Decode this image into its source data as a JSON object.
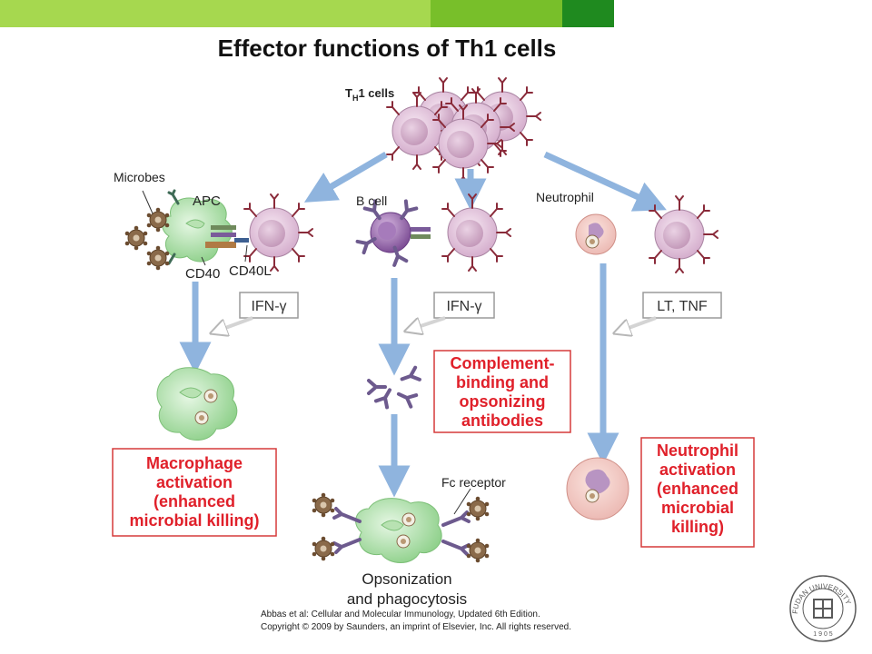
{
  "slide": {
    "title": "Effector functions of Th1 cells",
    "colors": {
      "bar_light": "#a6d84f",
      "bar_mid": "#78bf2a",
      "bar_dark": "#1f8a1f"
    }
  },
  "diagram": {
    "th1_prefix": "T",
    "th1_sub": "H",
    "th1_suffix": "1 cells",
    "microbes": "Microbes",
    "apc": "APC",
    "cd40": "CD40",
    "cd40l": "CD40L",
    "b_cell": "B cell",
    "neutrophil": "Neutrophil",
    "ifn_1": "IFN-γ",
    "ifn_2": "IFN-γ",
    "lt_tnf": "LT, TNF",
    "fc_receptor": "Fc receptor",
    "outcome_macrophage": [
      "Macrophage",
      "activation",
      "(enhanced",
      "microbial killing)"
    ],
    "outcome_antibodies": [
      "Complement-",
      "binding and",
      "opsonizing",
      "antibodies"
    ],
    "outcome_neutrophil": [
      "Neutrophil",
      "activation",
      "(enhanced",
      "microbial",
      "killing)"
    ],
    "opsonization": [
      "Opsonization",
      "and phagocytosis"
    ]
  },
  "citation": {
    "line1": "Abbas et al: Cellular and Molecular Immunology, Updated 6th Edition.",
    "line2": "Copyright © 2009 by Saunders, an imprint of Elsevier, Inc. All rights reserved."
  },
  "seal": {
    "top": "FUDAN UNIVERSITY",
    "year": "1 9 0 5"
  }
}
